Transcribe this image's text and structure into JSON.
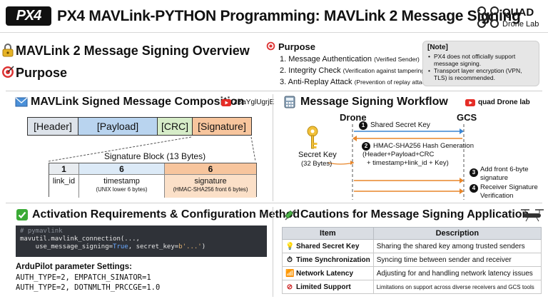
{
  "header": {
    "logo_text": "PX4",
    "title": "PX4 MAVLink-PYTHON Programming: MAVLink 2 Message Signing",
    "brand_name": "QUAD",
    "brand_sub": "Drone Lab"
  },
  "overview": {
    "title": "MAVLink 2 Message Signing Overview",
    "purpose_title": "Purpose",
    "purpose_heading": "Purpose",
    "purpose_items": [
      {
        "main": "1. Message Authentication",
        "sub": "(Verified Sender)"
      },
      {
        "main": "2. Integrity Check",
        "sub": "(Verification against tampering)"
      },
      {
        "main": "3. Anti-Replay Attack",
        "sub": "(Prevention of replay attacks)"
      }
    ],
    "note_title": "[Note]",
    "note_items": [
      "PX4 does not officially support message signing.",
      "Transport layer encryption (VPN, TLS) is recommended."
    ]
  },
  "composition": {
    "title": "MAVLink Signed Message Composition",
    "yt_label": "2BaYglUgrjE",
    "blocks": [
      "[Header]",
      "[Payload]",
      "[CRC]",
      "[Signature]"
    ],
    "sig_block_title": "Signature Block (13 Bytes)",
    "cells": [
      {
        "size": "1",
        "label": "link_id",
        "sub": ""
      },
      {
        "size": "6",
        "label": "timestamp",
        "sub": "(UNIX lower 6 bytes)"
      },
      {
        "size": "6",
        "label": "signature",
        "sub": "(HMAC-SHA256 front 6 bytes)"
      }
    ]
  },
  "workflow": {
    "title": "Message Signing Workflow",
    "yt_label": "quad Drone lab",
    "drone": "Drone",
    "gcs": "GCS",
    "secret_key": "Secret Key",
    "secret_key_sub": "(32 Bytes)",
    "step1": "Shared Secret Key",
    "step2_title": "HMAC-SHA256 Hash Generation",
    "step2_lines": [
      "(Header+Payload+CRC",
      "+ timestamp+link_id + Key)"
    ],
    "step3_lines": [
      "Add front 6-byte",
      "signature"
    ],
    "step4_lines": [
      "Receiver Signature",
      "Verification"
    ],
    "step_nums": [
      "1",
      "2",
      "3",
      "4"
    ]
  },
  "activation": {
    "title": "Activation Requirements & Configuration Method",
    "code_comment": "# pymavlink",
    "code_line1": "mavutil.mavlink_connection(...,",
    "code_line2_a": "    use_message_signing=",
    "code_line2_b": "True",
    "code_line2_c": ", secret_key=",
    "code_line2_d": "b'...'",
    "code_line2_e": ")",
    "ardu_title": "ArduPilot parameter Settings:",
    "ardu_lines": [
      "AUTH_TYPE=2, EMPATCH_SINATOR=1",
      "AUTH_TYPE=2, DOTNMLTH_PRCCGE=1.0"
    ]
  },
  "cautions": {
    "title": "Cautions for Message Signing Application",
    "col_item": "Item",
    "col_desc": "Description",
    "rows": [
      {
        "icon": "lightbulb-icon",
        "item": "Shared Secret Key",
        "desc": "Sharing the shared key among trusted senders"
      },
      {
        "icon": "clock-icon",
        "item": "Time Synchronization",
        "desc": "Syncing time between sender and receiver"
      },
      {
        "icon": "wifi-icon",
        "item": "Network Latency",
        "desc": "Adjusting for and handling network latency issues"
      },
      {
        "icon": "no-entry-icon",
        "item": "Limited Support",
        "desc": "Limitations on support across diverse receivers and GCS tools"
      }
    ]
  },
  "colors": {
    "header_block": "#dde3ea",
    "payload_block": "#b9d4ef",
    "crc_block": "#d6ecc8",
    "signature_block": "#f7c59d",
    "accent_orange": "#e8862a",
    "accent_blue": "#3a86d4"
  }
}
